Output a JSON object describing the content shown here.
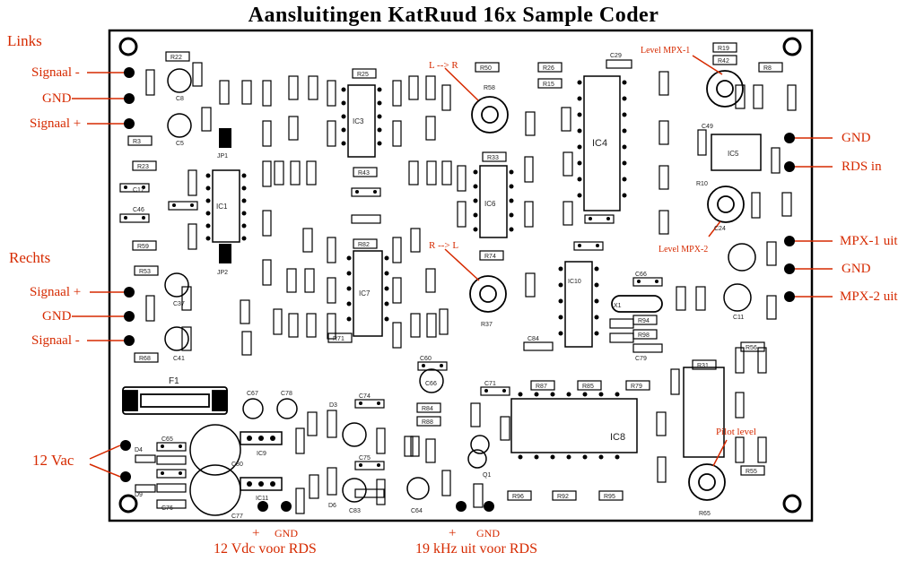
{
  "title": "Aansluitingen KatRuud 16x Sample Coder",
  "left_groups": {
    "links": "Links",
    "rechts": "Rechts"
  },
  "left_labels": {
    "signaal_min_top": "Signaal -",
    "gnd_top": "GND",
    "signaal_plus_top": "Signaal +",
    "signaal_plus_bot": "Signaal +",
    "gnd_bot": "GND",
    "signaal_min_bot": "Signaal -",
    "vac": "12 Vac"
  },
  "right_labels": {
    "gnd1": "GND",
    "rds_in": "RDS in",
    "mpx1": "MPX-1 uit",
    "gnd2": "GND",
    "mpx2": "MPX-2 uit"
  },
  "bottom_labels": {
    "plus1": "+",
    "gnd1": "GND",
    "vdc_rds": "12 Vdc voor RDS",
    "plus2": "+",
    "gnd2": "GND",
    "khz_rds": "19 kHz uit voor RDS"
  },
  "inner_labels": {
    "l_to_r": "L --> R",
    "r_to_l": "R --> L",
    "level_mpx1": "Level MPX-1",
    "level_mpx2": "Level MPX-2",
    "pilot_level": "Pilot level"
  },
  "board_labels": {
    "ic1": "IC1",
    "ic3": "IC3",
    "ic4": "IC4",
    "ic5": "IC5",
    "ic6": "IC6",
    "ic7": "IC7",
    "ic8": "IC8",
    "ic10": "IC10",
    "f1": "F1",
    "c80": "C80",
    "c77": "C77",
    "ic9": "IC9",
    "ic11": "IC11",
    "r58": "R58",
    "r37": "R37",
    "r10": "R10",
    "r65": "R65"
  },
  "colors": {
    "label": "#d62a00",
    "ink": "#000000"
  }
}
